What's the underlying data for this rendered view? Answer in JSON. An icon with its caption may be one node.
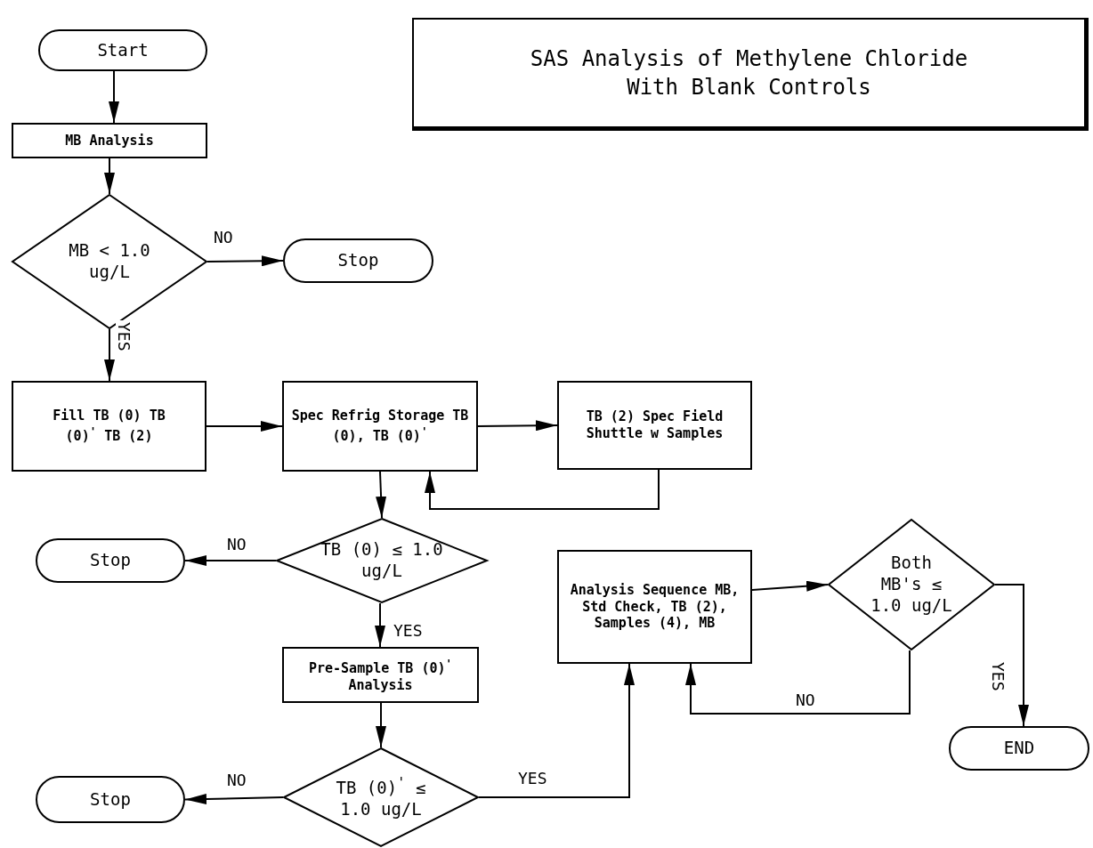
{
  "diagram": {
    "title": "SAS Analysis of Methylene Chloride With Blank Controls",
    "nodes": [
      {
        "text": [
          "Start"
        ]
      },
      {
        "text": [
          "MB Analysis"
        ]
      },
      {
        "text": [
          "MB < 1.0 ug/L"
        ]
      },
      {
        "text": [
          "Stop"
        ]
      },
      {
        "text": [
          "Fill TB (0) TB (0)$^{'}$ TB (2)"
        ]
      },
      {
        "text": [
          "Spec Refrig Storage TB (0), TB (0)$^{'}$"
        ]
      },
      {
        "text": [
          "TB (2) Spec Field Shuttle w Samples"
        ]
      },
      {
        "text": [
          "TB (0) ≤ 1.0 ug/L"
        ]
      },
      {
        "text": [
          "Stop"
        ]
      },
      {
        "text": [
          "Pre-Sample TB (0)$^{'}$ Analysis"
        ]
      },
      {
        "text": [
          "TB (0)$^{'}$ ≤ 1.0 ug/L"
        ]
      },
      {
        "text": [
          "Stop"
        ]
      },
      {
        "text": [
          "Analysis Sequence MB, Std Check, TB (2), Samples (4), MB"
        ]
      },
      {
        "text": [
          "Both MB's ≤ 1.0 ug/L"
        ]
      },
      {
        "text": [
          "END"
        ]
      }
    ],
    "edges": [
      {
        "from": 0,
        "to": 1,
        "arrow": "to"
      },
      {
        "from": 1,
        "to": 2,
        "arrow": "to"
      },
      {
        "from": 2,
        "to": 3,
        "arrow": "to",
        "label": "NO"
      },
      {
        "from": 2,
        "to": 4,
        "arrow": "to",
        "label": "YES"
      },
      {
        "from": 4,
        "to": 5,
        "arrow": "to"
      },
      {
        "from": 5,
        "to": 6,
        "arrow": "to"
      },
      {
        "from": 6,
        "to": 5,
        "arrow": "to"
      },
      {
        "from": 5,
        "to": 7,
        "arrow": "to"
      },
      {
        "from": 7,
        "to": 8,
        "arrow": "to",
        "label": "NO"
      },
      {
        "from": 7,
        "to": 9,
        "arrow": "to",
        "label": "YES"
      },
      {
        "from": 9,
        "to": 10,
        "arrow": "to"
      },
      {
        "from": 10,
        "to": 11,
        "arrow": "to",
        "label": "NO"
      },
      {
        "from": 10,
        "to": 12,
        "arrow": "to",
        "label": "YES"
      },
      {
        "from": 12,
        "to": 13,
        "arrow": "to"
      },
      {
        "from": 13,
        "to": 12,
        "arrow": "to",
        "label": "NO"
      },
      {
        "from": 13,
        "to": 14,
        "arrow": "to",
        "label": "YES"
      }
    ]
  }
}
